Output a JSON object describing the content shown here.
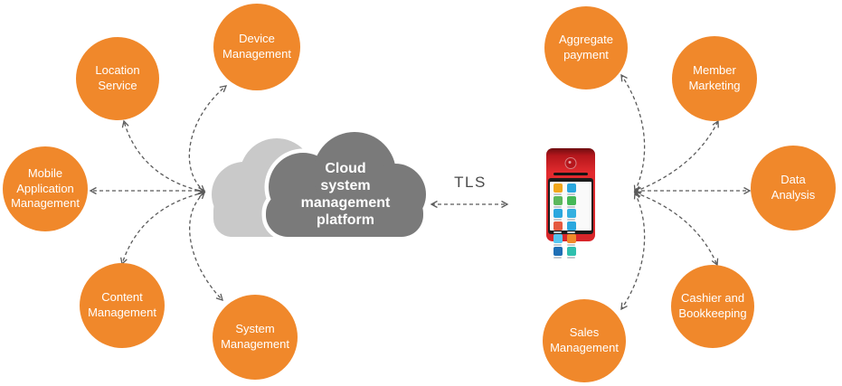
{
  "title": "Cloud system management platform diagram",
  "colors": {
    "node_orange": "#F0882B",
    "cloud_dark": "#7A7A7A",
    "cloud_light": "#C9C9C9",
    "connector_gray": "#5A5A5A",
    "device_red": "#E02A2E"
  },
  "cloud": {
    "label": "Cloud system management platform",
    "lines": [
      "Cloud",
      "system",
      "management",
      "platform"
    ]
  },
  "link": {
    "label": "TLS"
  },
  "left_nodes": [
    {
      "label": "Device Management"
    },
    {
      "label": "Location Service"
    },
    {
      "label": "Mobile Application Management"
    },
    {
      "label": "Content Management"
    },
    {
      "label": "System Management"
    }
  ],
  "right_nodes": [
    {
      "label": "Aggregate payment"
    },
    {
      "label": "Member Marketing"
    },
    {
      "label": "Data Analysis"
    },
    {
      "label": "Cashier and Bookkeeping"
    },
    {
      "label": "Sales Management"
    }
  ],
  "device": {
    "name": "POS terminal",
    "app_icon_colors": [
      "#f2a71c",
      "#2aa7de",
      "#5cb85c",
      "#45b857",
      "#2aa7de",
      "#35b0e0",
      "#e4593f",
      "#2aa7de",
      "#56c5f0",
      "#f08a2b",
      "#1f6fb5",
      "#2fbfae"
    ]
  }
}
